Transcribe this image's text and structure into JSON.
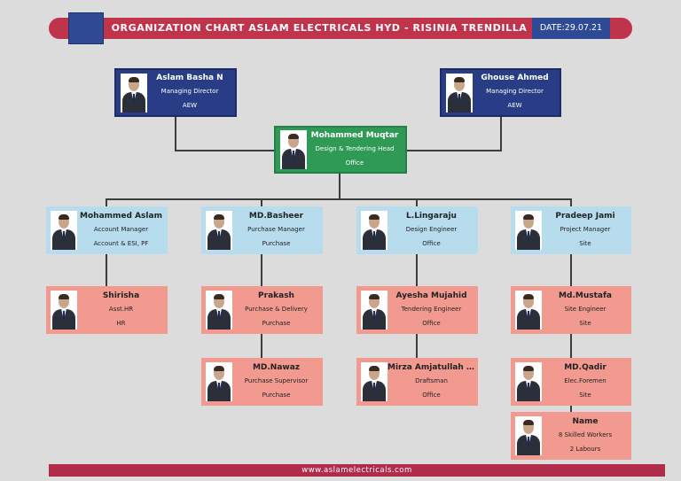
{
  "header": {
    "title": "ORGANIZATION CHART ASLAM ELECTRICALS HYD - RISINIA TRENDILLA",
    "date": "DATE:29.07.21"
  },
  "footer": {
    "url": "www.aslamelectricals.com"
  },
  "people": {
    "aslam_basha": {
      "name": "Aslam Basha N",
      "role": "Managing Director",
      "dept": "AEW"
    },
    "ghouse_ahmed": {
      "name": "Ghouse Ahmed",
      "role": "Managing Director",
      "dept": "AEW"
    },
    "mohammed_muqtar": {
      "name": "Mohammed Muqtar",
      "role": "Design & Tendering Head",
      "dept": "Office"
    },
    "mohammed_aslam": {
      "name": "Mohammed Aslam",
      "role": "Account Manager",
      "dept": "Account & ESI, PF"
    },
    "md_basheer": {
      "name": "MD.Basheer",
      "role": "Purchase Manager",
      "dept": "Purchase"
    },
    "l_lingaraju": {
      "name": "L.Lingaraju",
      "role": "Design Engineer",
      "dept": "Office"
    },
    "pradeep_jami": {
      "name": "Pradeep Jami",
      "role": "Project Manager",
      "dept": "Site"
    },
    "shirisha": {
      "name": "Shirisha",
      "role": "Asst.HR",
      "dept": "HR"
    },
    "prakash": {
      "name": "Prakash",
      "role": "Purchase & Delivery",
      "dept": "Purchase"
    },
    "md_nawaz": {
      "name": "MD.Nawaz",
      "role": "Purchase Supervisor",
      "dept": "Purchase"
    },
    "ayesha_mujahid": {
      "name": "Ayesha Mujahid",
      "role": "Tendering Engineer",
      "dept": "Office"
    },
    "mirza_amjatullah": {
      "name": "Mirza Amjatullah ...",
      "role": "Draftsman",
      "dept": "Office"
    },
    "md_mustafa": {
      "name": "Md.Mustafa",
      "role": "Site Engineer",
      "dept": "Site"
    },
    "md_qadir": {
      "name": "MD.Qadir",
      "role": "Elec.Foremen",
      "dept": "Site"
    },
    "workers": {
      "name": "Name",
      "role": "8 Skilled Workers",
      "dept": "2 Labours"
    }
  },
  "colors": {
    "header_accent": "#c0344b",
    "navy": "#283d86",
    "green": "#2f9a56",
    "light_blue": "#b6dcee",
    "salmon": "#f29a90"
  }
}
